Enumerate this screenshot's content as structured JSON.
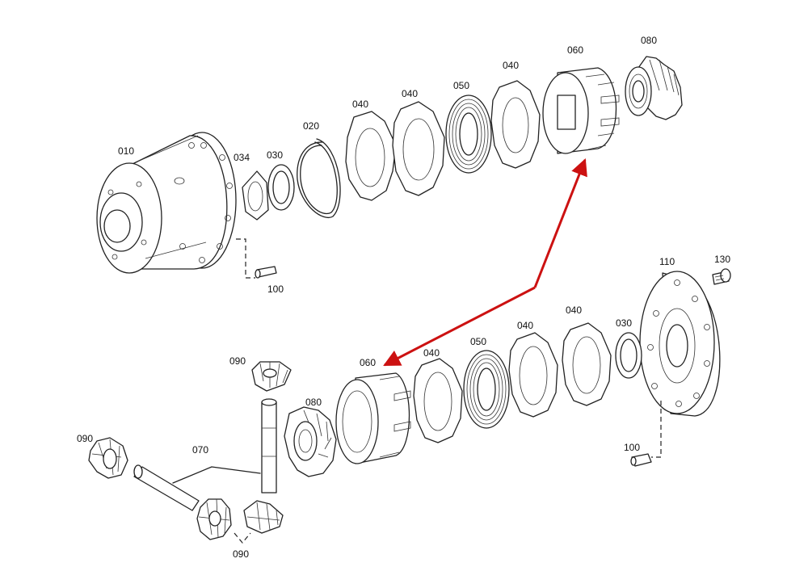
{
  "callouts": {
    "c010": "010",
    "c034": "034",
    "c030_top": "030",
    "c020": "020",
    "c040_top_a": "040",
    "c040_top_b": "040",
    "c050_top": "050",
    "c040_top_c": "040",
    "c060_top": "060",
    "c080_top": "080",
    "c100_top": "100",
    "c110": "110",
    "c130": "130",
    "c040_bot_a": "040",
    "c040_bot_b": "040",
    "c030_bot": "030",
    "c050_bot": "050",
    "c040_bot_c": "040",
    "c060_bot": "060",
    "c090_top": "090",
    "c080_bot": "080",
    "c090_left": "090",
    "c070": "070",
    "c090_bot": "090",
    "c100_bot": "100"
  },
  "colors": {
    "line": "#222222",
    "arrow": "#cc1111",
    "background": "#ffffff"
  }
}
